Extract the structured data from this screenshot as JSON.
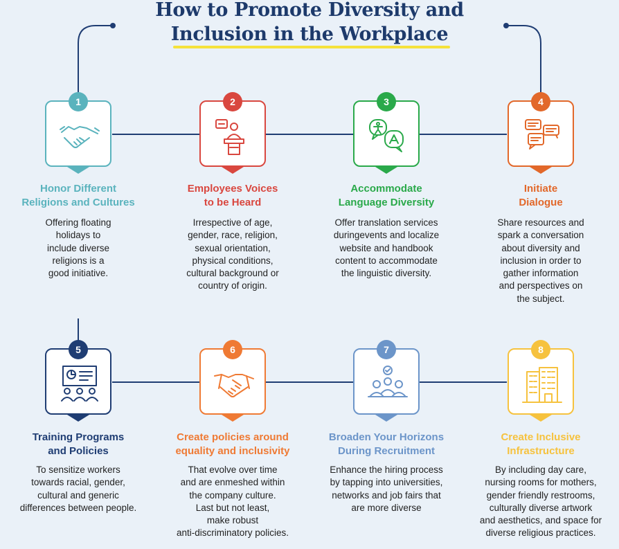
{
  "title": {
    "line1": "How to Promote Diversity and",
    "line2": "Inclusion in the Workplace"
  },
  "steps": [
    {
      "number": "1",
      "heading_line1": "Honor Different",
      "heading_line2": "Religions and Cultures",
      "description": [
        "Offering floating",
        "holidays to",
        "include diverse",
        "religions is a",
        "good initiative."
      ],
      "color": "#5ab3bd",
      "icon": "handshake-icon"
    },
    {
      "number": "2",
      "heading_line1": "Employees Voices",
      "heading_line2": "to be Heard",
      "description": [
        "Irrespective of age,",
        "gender, race, religion,",
        "sexual orientation,",
        "physical conditions,",
        "cultural background or",
        "country of origin."
      ],
      "color": "#d9473f",
      "icon": "speaker-podium-icon"
    },
    {
      "number": "3",
      "heading_line1": "Accommodate",
      "heading_line2": "Language Diversity",
      "description": [
        "Offer translation services",
        "duringevents and localize",
        "website and handbook",
        "content to accommodate",
        "the linguistic diversity."
      ],
      "color": "#2aa94a",
      "icon": "translation-icon"
    },
    {
      "number": "4",
      "heading_line1": "Initiate",
      "heading_line2": "Dialogue",
      "description": [
        "Share resources and",
        "spark a conversation",
        "about diversity and",
        "inclusion in order to",
        "gather information",
        "and perspectives on",
        "the subject."
      ],
      "color": "#e2682a",
      "icon": "chat-bubbles-icon"
    },
    {
      "number": "5",
      "heading_line1": "Training Programs",
      "heading_line2": "and Policies",
      "description": [
        "To sensitize workers",
        "towards racial, gender,",
        "cultural and generic",
        "differences between people."
      ],
      "color": "#1f3d73",
      "icon": "presentation-icon"
    },
    {
      "number": "6",
      "heading_line1": "Create policies around",
      "heading_line2": "equality and inclusivity",
      "description": [
        "That evolve over time",
        "and are enmeshed within",
        "the company culture.",
        "Last but not least,",
        "make robust",
        "anti-discriminatory policies."
      ],
      "color": "#ef7a34",
      "icon": "agreement-handshake-icon"
    },
    {
      "number": "7",
      "heading_line1": "Broaden Your Horizons",
      "heading_line2": "During Recruitment",
      "description": [
        "Enhance the hiring process",
        "by tapping into universities,",
        "networks and job fairs that",
        "are more diverse"
      ],
      "color": "#6c95c9",
      "icon": "recruitment-icon"
    },
    {
      "number": "8",
      "heading_line1": "Create Inclusive",
      "heading_line2": "Infrastructure",
      "description": [
        "By including day care,",
        "nursing rooms for mothers,",
        "gender friendly restrooms,",
        "culturally diverse artwork",
        "and aesthetics, and space for",
        "diverse religious practices."
      ],
      "color": "#f6c23e",
      "icon": "building-icon"
    }
  ]
}
